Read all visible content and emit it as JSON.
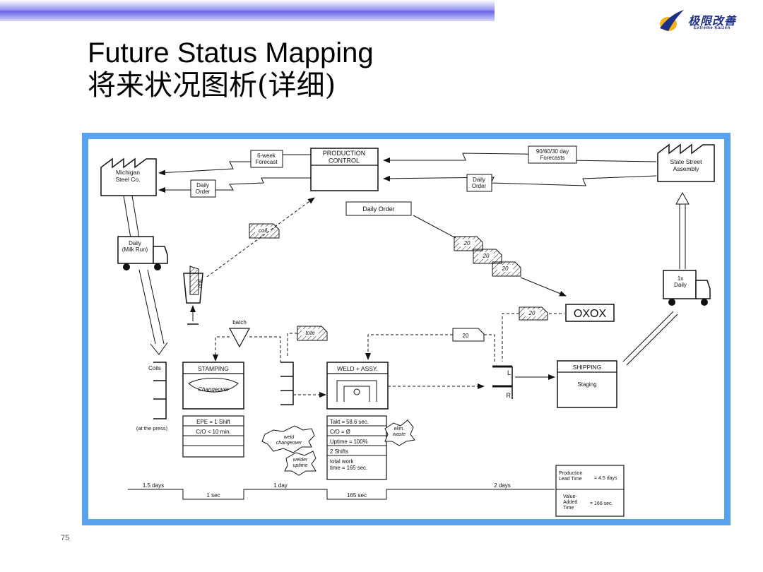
{
  "slide": {
    "title_en": "Future Status Mapping",
    "title_zh": "将来状况图析(详细)",
    "page_number": "75",
    "logo_text": "极限改善",
    "logo_sub": "Extreme Kaizen"
  },
  "vsm": {
    "production_control": "PRODUCTION\nCONTROL",
    "supplier": "Michigan\nSteel Co.",
    "customer": "State Street\nAssembly",
    "forecast_6week": "6-week\nForecast",
    "forecast_90": "90/60/30 day\nForecasts",
    "daily_order_supplier": "Daily\nOrder",
    "daily_order_customer": "Daily\nOrder",
    "daily_order_pc": "Daily Order",
    "milk_run": "Daily\n(Milk Run)",
    "customer_truck": "1x\nDaily",
    "kanban_coil": "coil",
    "kanban_coil_post": "coil",
    "kanban_20": "20",
    "batch": "batch",
    "tote": "tote",
    "signal_20": "20",
    "oxox": "OXOX",
    "coils": "Coils",
    "at_the_press": "(at the press)",
    "stamping": "STAMPING",
    "changeover": "Changeover",
    "epe": "EPE = 1 Shift",
    "co_stamping": "C/O < 10 min.",
    "weld_assy": "WELD + ASSY.",
    "weld_lines": [
      "Takt = 58.6 sec.",
      "C/O = Ø",
      "Uptime = 100%",
      "2 Shifts",
      "total work\ntime = 165 sec."
    ],
    "weld_changeover": "weld\nchangeover",
    "welder_uptime": "welder\nuptime",
    "elim_waste": "elim.\nwaste",
    "sup_L": "L",
    "sup_R": "R",
    "shipping": "SHIPPING",
    "staging": "Staging",
    "timeline_days": [
      "1.5 days",
      "1 day",
      "2 days"
    ],
    "timeline_times": [
      "1 sec",
      "165 sec"
    ],
    "lead_time_label": "Production\nLead Time",
    "lead_time_value": "= 4.5 days",
    "value_added_label": "Value-\nAdded\nTime",
    "value_added_value": "= 166 sec."
  }
}
